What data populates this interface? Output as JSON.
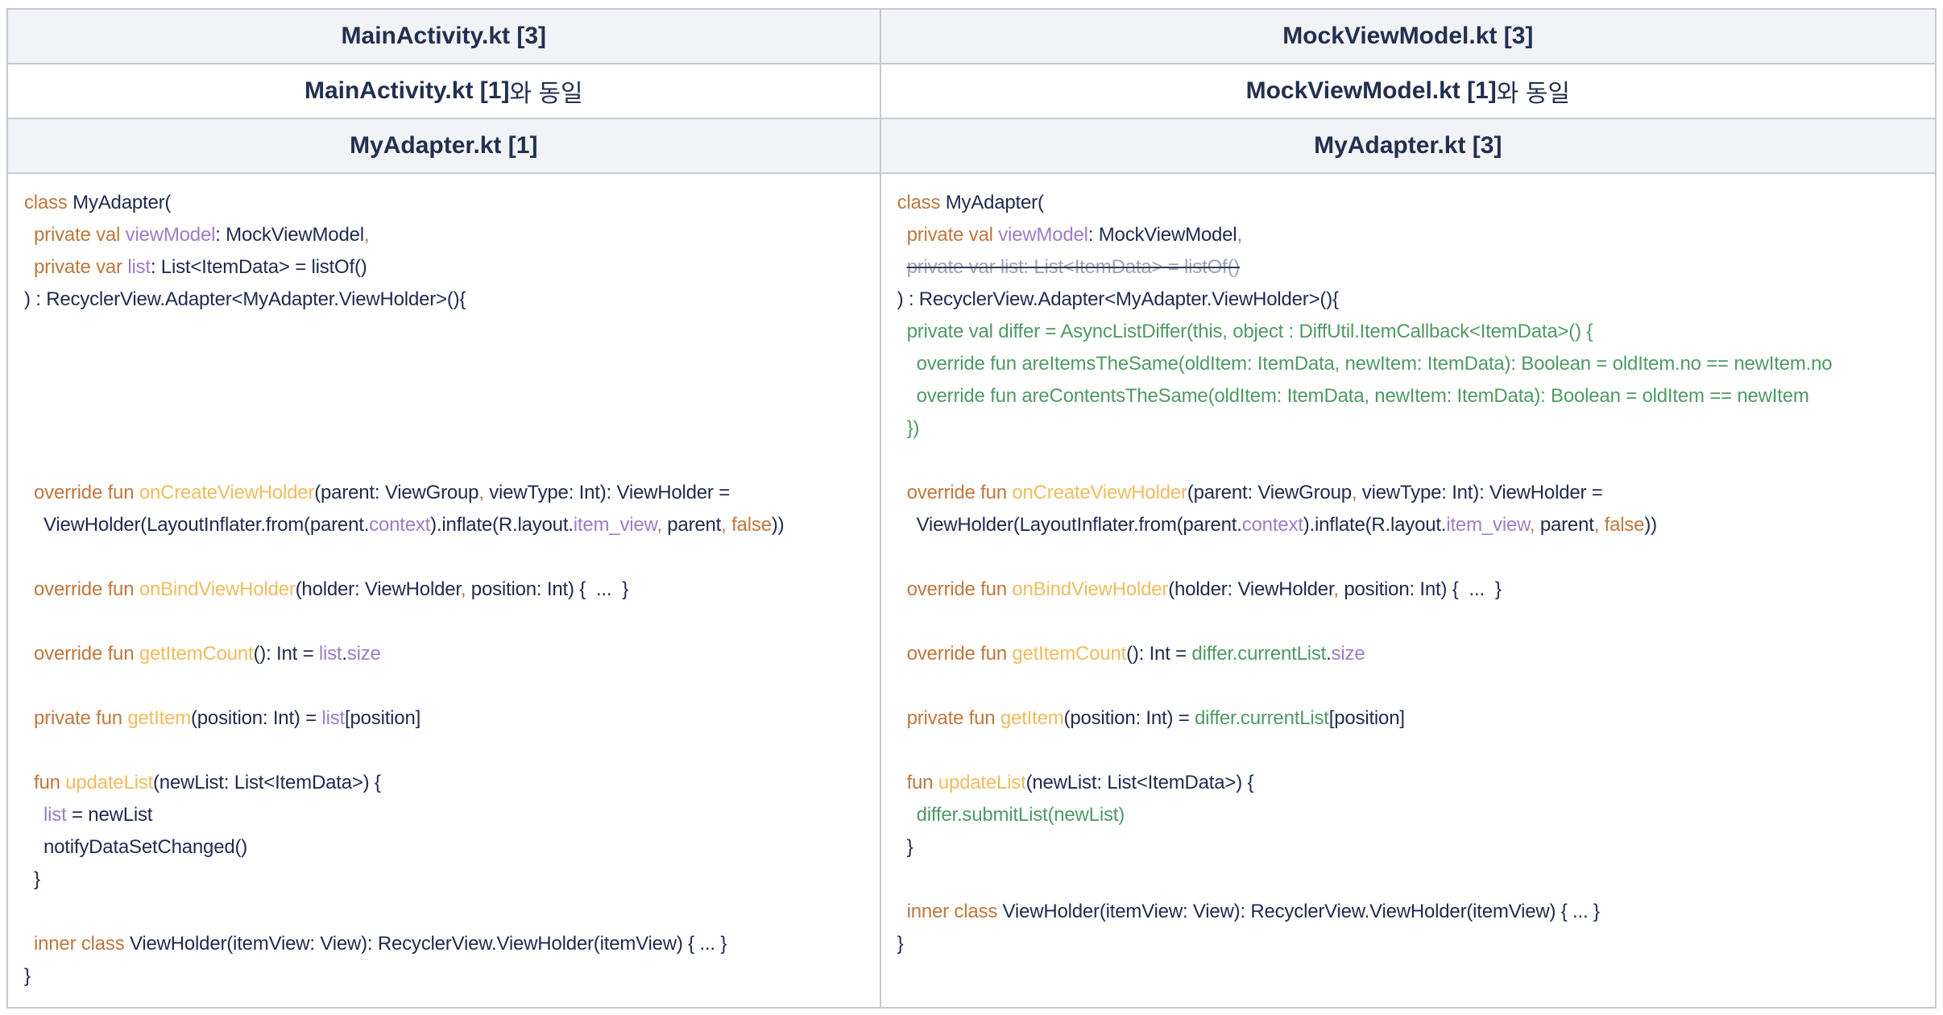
{
  "table": {
    "row1": {
      "left": "MainActivity.kt [3]",
      "right": "MockViewModel.kt [3]"
    },
    "row2": {
      "left": {
        "file": "MainActivity.kt [1]",
        "suffix": " 와 동일"
      },
      "right": {
        "file": "MockViewModel.kt [1]",
        "suffix": " 와 동일"
      }
    },
    "row3": {
      "left": "MyAdapter.kt [1]",
      "right": "MyAdapter.kt [3]"
    }
  },
  "colors": {
    "header_text": "#22304f",
    "header_bg": "#f2f3f6",
    "border": "#c5c9d3",
    "code_plain": "#1f2b4e",
    "code_keyword": "#c0773e",
    "code_function": "#f0bc60",
    "code_property": "#a07cc7",
    "code_added_green": "#4f9a63",
    "code_removed_gray": "#9ba3b3",
    "strike_line": "#2c3a5c"
  },
  "code": {
    "left": {
      "lines": [
        {
          "ind": 0,
          "seg": [
            {
              "c": "kw",
              "t": "class"
            },
            {
              "c": "plain",
              "t": " MyAdapter("
            }
          ]
        },
        {
          "ind": 1,
          "seg": [
            {
              "c": "kw",
              "t": "private val "
            },
            {
              "c": "prop",
              "t": "viewModel"
            },
            {
              "c": "plain",
              "t": ": MockViewModel"
            },
            {
              "c": "kw",
              "t": ","
            }
          ]
        },
        {
          "ind": 1,
          "seg": [
            {
              "c": "kw",
              "t": "private var "
            },
            {
              "c": "prop",
              "t": "list"
            },
            {
              "c": "plain",
              "t": ": List<ItemData> = listOf()"
            }
          ]
        },
        {
          "ind": 0,
          "seg": [
            {
              "c": "plain",
              "t": ") : RecyclerView.Adapter<MyAdapter.ViewHolder>(){"
            }
          ]
        },
        {
          "ind": 0,
          "seg": []
        },
        {
          "ind": 0,
          "seg": []
        },
        {
          "ind": 0,
          "seg": []
        },
        {
          "ind": 0,
          "seg": []
        },
        {
          "ind": 0,
          "seg": []
        },
        {
          "ind": 1,
          "seg": [
            {
              "c": "kw",
              "t": "override fun "
            },
            {
              "c": "fn",
              "t": "onCreateViewHolder"
            },
            {
              "c": "plain",
              "t": "(parent: ViewGroup"
            },
            {
              "c": "kw",
              "t": ","
            },
            {
              "c": "plain",
              "t": " viewType: Int): ViewHolder ="
            }
          ]
        },
        {
          "ind": 2,
          "seg": [
            {
              "c": "plain",
              "t": "ViewHolder(LayoutInflater.from(parent."
            },
            {
              "c": "prop",
              "t": "context"
            },
            {
              "c": "plain",
              "t": ").inflate(R.layout."
            },
            {
              "c": "prop",
              "t": "item_view"
            },
            {
              "c": "kw",
              "t": ","
            },
            {
              "c": "plain",
              "t": " parent"
            },
            {
              "c": "kw",
              "t": ", false"
            },
            {
              "c": "plain",
              "t": "))"
            }
          ]
        },
        {
          "ind": 0,
          "seg": []
        },
        {
          "ind": 1,
          "seg": [
            {
              "c": "kw",
              "t": "override fun "
            },
            {
              "c": "fn",
              "t": "onBindViewHolder"
            },
            {
              "c": "plain",
              "t": "(holder: ViewHolder"
            },
            {
              "c": "kw",
              "t": ","
            },
            {
              "c": "plain",
              "t": " position: Int) {  ...  }"
            }
          ]
        },
        {
          "ind": 0,
          "seg": []
        },
        {
          "ind": 1,
          "seg": [
            {
              "c": "kw",
              "t": "override fun "
            },
            {
              "c": "fn",
              "t": "getItemCount"
            },
            {
              "c": "plain",
              "t": "(): Int = "
            },
            {
              "c": "prop",
              "t": "list"
            },
            {
              "c": "plain",
              "t": "."
            },
            {
              "c": "prop",
              "t": "size"
            }
          ]
        },
        {
          "ind": 0,
          "seg": []
        },
        {
          "ind": 1,
          "seg": [
            {
              "c": "kw",
              "t": "private fun "
            },
            {
              "c": "fn",
              "t": "getItem"
            },
            {
              "c": "plain",
              "t": "(position: Int) = "
            },
            {
              "c": "prop",
              "t": "list"
            },
            {
              "c": "plain",
              "t": "[position]"
            }
          ]
        },
        {
          "ind": 0,
          "seg": []
        },
        {
          "ind": 1,
          "seg": [
            {
              "c": "kw",
              "t": "fun "
            },
            {
              "c": "fn",
              "t": "updateList"
            },
            {
              "c": "plain",
              "t": "(newList: List<ItemData>) {"
            }
          ]
        },
        {
          "ind": 2,
          "seg": [
            {
              "c": "prop",
              "t": "list"
            },
            {
              "c": "plain",
              "t": " = newList"
            }
          ]
        },
        {
          "ind": 2,
          "seg": [
            {
              "c": "plain",
              "t": "notifyDataSetChanged()"
            }
          ]
        },
        {
          "ind": 1,
          "seg": [
            {
              "c": "plain",
              "t": "}"
            }
          ]
        },
        {
          "ind": 0,
          "seg": []
        },
        {
          "ind": 1,
          "seg": [
            {
              "c": "kw",
              "t": "inner class "
            },
            {
              "c": "plain",
              "t": "ViewHolder(itemView: View): RecyclerView.ViewHolder(itemView) { ... }"
            }
          ]
        },
        {
          "ind": 0,
          "seg": [
            {
              "c": "plain",
              "t": "}"
            }
          ]
        }
      ]
    },
    "right": {
      "lines": [
        {
          "ind": 0,
          "seg": [
            {
              "c": "kw",
              "t": "class"
            },
            {
              "c": "plain",
              "t": " MyAdapter("
            }
          ]
        },
        {
          "ind": 1,
          "seg": [
            {
              "c": "kw",
              "t": "private val "
            },
            {
              "c": "prop",
              "t": "viewModel"
            },
            {
              "c": "plain",
              "t": ": MockViewModel"
            },
            {
              "c": "kw",
              "t": ","
            }
          ]
        },
        {
          "ind": 1,
          "seg": [
            {
              "c": "strike",
              "t": "private var list: List<ItemData> = listOf()"
            }
          ]
        },
        {
          "ind": 0,
          "seg": [
            {
              "c": "plain",
              "t": ") : RecyclerView.Adapter<MyAdapter.ViewHolder>(){"
            }
          ]
        },
        {
          "ind": 1,
          "seg": [
            {
              "c": "green",
              "t": "private val differ = AsyncListDiffer(this, object : DiffUtil.ItemCallback<ItemData>() {"
            }
          ]
        },
        {
          "ind": 2,
          "seg": [
            {
              "c": "green",
              "t": "override fun areItemsTheSame(oldItem: ItemData, newItem: ItemData): Boolean = oldItem.no == newItem.no"
            }
          ]
        },
        {
          "ind": 2,
          "seg": [
            {
              "c": "green",
              "t": "override fun areContentsTheSame(oldItem: ItemData, newItem: ItemData): Boolean = oldItem == newItem"
            }
          ]
        },
        {
          "ind": 1,
          "seg": [
            {
              "c": "green",
              "t": "})"
            }
          ]
        },
        {
          "ind": 0,
          "seg": []
        },
        {
          "ind": 1,
          "seg": [
            {
              "c": "kw",
              "t": "override fun "
            },
            {
              "c": "fn",
              "t": "onCreateViewHolder"
            },
            {
              "c": "plain",
              "t": "(parent: ViewGroup"
            },
            {
              "c": "kw",
              "t": ","
            },
            {
              "c": "plain",
              "t": " viewType: Int): ViewHolder ="
            }
          ]
        },
        {
          "ind": 2,
          "seg": [
            {
              "c": "plain",
              "t": "ViewHolder(LayoutInflater.from(parent."
            },
            {
              "c": "prop",
              "t": "context"
            },
            {
              "c": "plain",
              "t": ").inflate(R.layout."
            },
            {
              "c": "prop",
              "t": "item_view"
            },
            {
              "c": "kw",
              "t": ","
            },
            {
              "c": "plain",
              "t": " parent"
            },
            {
              "c": "kw",
              "t": ", false"
            },
            {
              "c": "plain",
              "t": "))"
            }
          ]
        },
        {
          "ind": 0,
          "seg": []
        },
        {
          "ind": 1,
          "seg": [
            {
              "c": "kw",
              "t": "override fun "
            },
            {
              "c": "fn",
              "t": "onBindViewHolder"
            },
            {
              "c": "plain",
              "t": "(holder: ViewHolder"
            },
            {
              "c": "kw",
              "t": ","
            },
            {
              "c": "plain",
              "t": " position: Int) {  ...  }"
            }
          ]
        },
        {
          "ind": 0,
          "seg": []
        },
        {
          "ind": 1,
          "seg": [
            {
              "c": "kw",
              "t": "override fun "
            },
            {
              "c": "fn",
              "t": "getItemCount"
            },
            {
              "c": "plain",
              "t": "(): Int = "
            },
            {
              "c": "green",
              "t": "differ.currentList"
            },
            {
              "c": "plain",
              "t": "."
            },
            {
              "c": "prop",
              "t": "size"
            }
          ]
        },
        {
          "ind": 0,
          "seg": []
        },
        {
          "ind": 1,
          "seg": [
            {
              "c": "kw",
              "t": "private fun "
            },
            {
              "c": "fn",
              "t": "getItem"
            },
            {
              "c": "plain",
              "t": "(position: Int) = "
            },
            {
              "c": "green",
              "t": "differ.currentList"
            },
            {
              "c": "plain",
              "t": "[position]"
            }
          ]
        },
        {
          "ind": 0,
          "seg": []
        },
        {
          "ind": 1,
          "seg": [
            {
              "c": "kw",
              "t": "fun "
            },
            {
              "c": "fn",
              "t": "updateList"
            },
            {
              "c": "plain",
              "t": "(newList: List<ItemData>) {"
            }
          ]
        },
        {
          "ind": 2,
          "seg": [
            {
              "c": "green",
              "t": "differ.submitList(newList)"
            }
          ]
        },
        {
          "ind": 1,
          "seg": [
            {
              "c": "plain",
              "t": "}"
            }
          ]
        },
        {
          "ind": 0,
          "seg": []
        },
        {
          "ind": 1,
          "seg": [
            {
              "c": "kw",
              "t": "inner class "
            },
            {
              "c": "plain",
              "t": "ViewHolder(itemView: View): RecyclerView.ViewHolder(itemView) { ... }"
            }
          ]
        },
        {
          "ind": 0,
          "seg": [
            {
              "c": "plain",
              "t": "}"
            }
          ]
        }
      ]
    }
  }
}
